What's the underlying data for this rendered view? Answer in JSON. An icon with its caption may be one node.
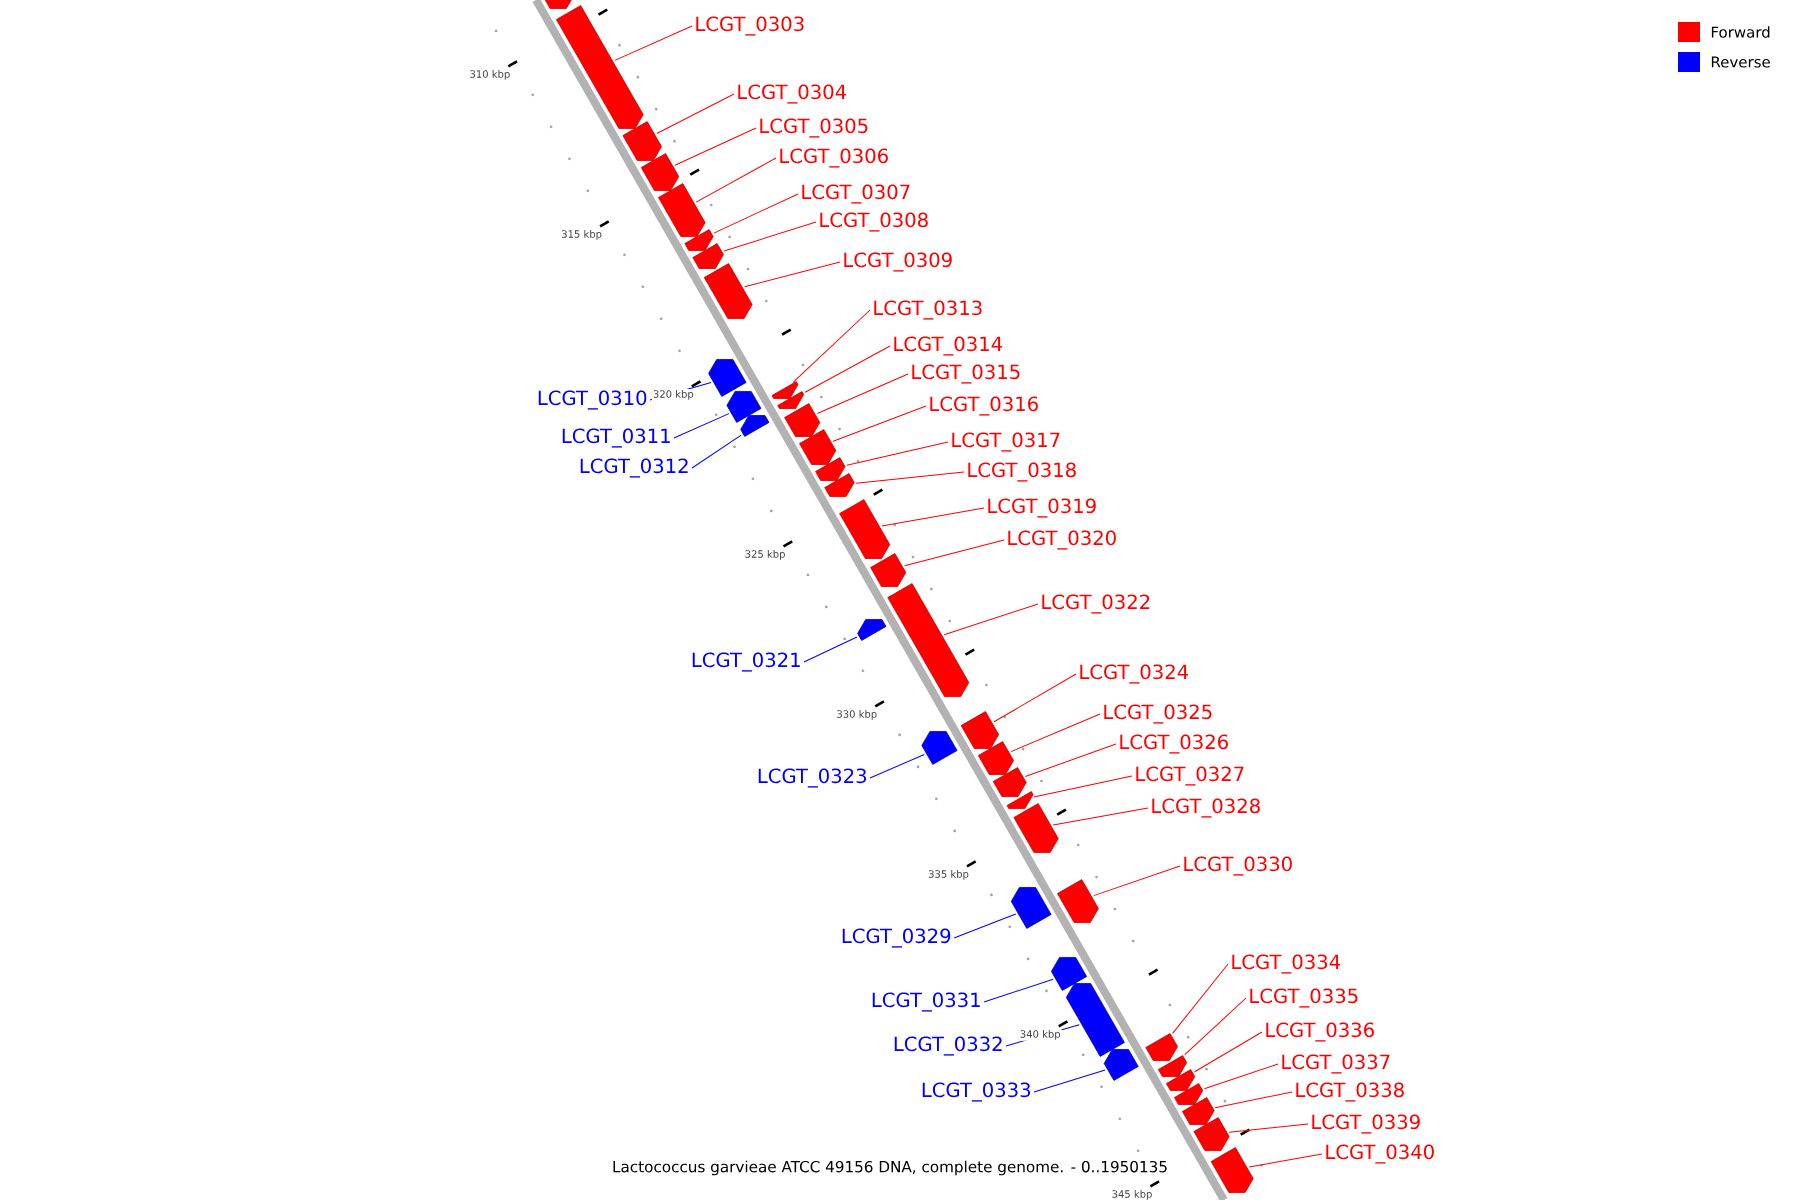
{
  "diagram": {
    "caption": "Lactococcus garvieae ATCC 49156 DNA, complete genome. - 0..1950135",
    "nodes": [
      {
        "text": [],
        "shape": "box"
      },
      {
        "text": [
          "LCGT_0303"
        ]
      },
      {
        "text": [],
        "shape": "box"
      },
      {
        "text": [
          "LCGT_0304"
        ]
      },
      {
        "text": [],
        "shape": "box"
      },
      {
        "text": [
          "LCGT_0305"
        ]
      },
      {
        "text": [],
        "shape": "box"
      },
      {
        "text": [
          "LCGT_0306"
        ]
      },
      {
        "text": [],
        "shape": "box"
      },
      {
        "text": [
          "LCGT_0307"
        ]
      },
      {
        "text": [],
        "shape": "box"
      },
      {
        "text": [
          "LCGT_0308"
        ]
      },
      {
        "text": [],
        "shape": "box"
      },
      {
        "text": [
          "LCGT_0309"
        ]
      },
      {
        "text": [],
        "shape": "box"
      },
      {
        "text": [
          "LCGT_0310"
        ]
      },
      {
        "text": [],
        "shape": "box"
      },
      {
        "text": [
          "LCGT_0311"
        ]
      },
      {
        "text": [],
        "shape": "box"
      },
      {
        "text": [
          "LCGT_0312"
        ]
      },
      {
        "text": [],
        "shape": "box"
      },
      {
        "text": [
          "LCGT_0313"
        ]
      },
      {
        "text": [],
        "shape": "box"
      },
      {
        "text": [
          "LCGT_0314"
        ]
      },
      {
        "text": [],
        "shape": "box"
      },
      {
        "text": [
          "LCGT_0315"
        ]
      },
      {
        "text": [],
        "shape": "box"
      },
      {
        "text": [
          "LCGT_0316"
        ]
      },
      {
        "text": [],
        "shape": "box"
      },
      {
        "text": [
          "LCGT_0317"
        ]
      },
      {
        "text": [],
        "shape": "box"
      },
      {
        "text": [
          "LCGT_0318"
        ]
      },
      {
        "text": [],
        "shape": "box"
      },
      {
        "text": [
          "LCGT_0319"
        ]
      },
      {
        "text": [],
        "shape": "box"
      },
      {
        "text": [
          "LCGT_0320"
        ]
      },
      {
        "text": [],
        "shape": "box"
      },
      {
        "text": [
          "LCGT_0321"
        ]
      },
      {
        "text": [],
        "shape": "box"
      },
      {
        "text": [
          "LCGT_0322"
        ]
      },
      {
        "text": [],
        "shape": "box"
      },
      {
        "text": [
          "LCGT_0323"
        ]
      },
      {
        "text": [],
        "shape": "box"
      },
      {
        "text": [
          "LCGT_0324"
        ]
      },
      {
        "text": [],
        "shape": "box"
      },
      {
        "text": [
          "LCGT_0325"
        ]
      },
      {
        "text": [],
        "shape": "box"
      },
      {
        "text": [
          "LCGT_0326"
        ]
      },
      {
        "text": [],
        "shape": "box"
      },
      {
        "text": [
          "LCGT_0327"
        ]
      },
      {
        "text": [],
        "shape": "box"
      },
      {
        "text": [
          "LCGT_0328"
        ]
      },
      {
        "text": [],
        "shape": "box"
      },
      {
        "text": [
          "LCGT_0329"
        ]
      },
      {
        "text": [],
        "shape": "box"
      },
      {
        "text": [
          "LCGT_0330"
        ]
      },
      {
        "text": [],
        "shape": "box"
      },
      {
        "text": [
          "LCGT_0331"
        ]
      },
      {
        "text": [],
        "shape": "box"
      },
      {
        "text": [
          "LCGT_0332"
        ]
      },
      {
        "text": [],
        "shape": "box"
      },
      {
        "text": [
          "LCGT_0333"
        ]
      },
      {
        "text": [],
        "shape": "box"
      },
      {
        "text": [
          "LCGT_0334"
        ]
      },
      {
        "text": [],
        "shape": "box"
      },
      {
        "text": [
          "LCGT_0335"
        ]
      },
      {
        "text": [],
        "shape": "box"
      },
      {
        "text": [
          "LCGT_0336"
        ]
      },
      {
        "text": [],
        "shape": "box"
      },
      {
        "text": [
          "LCGT_0337"
        ]
      },
      {
        "text": [],
        "shape": "box"
      },
      {
        "text": [
          "LCGT_0338"
        ]
      },
      {
        "text": [],
        "shape": "box"
      },
      {
        "text": [
          "LCGT_0339"
        ]
      },
      {
        "text": [],
        "shape": "box"
      },
      {
        "text": [
          "LCGT_0340"
        ]
      },
      {
        "text": [],
        "shape": "box"
      }
    ],
    "edges": [
      {
        "from": 1,
        "to": 2,
        "arrow": "none"
      },
      {
        "from": 3,
        "to": 4,
        "arrow": "none"
      },
      {
        "from": 5,
        "to": 6,
        "arrow": "none"
      },
      {
        "from": 7,
        "to": 8,
        "arrow": "none"
      },
      {
        "from": 9,
        "to": 10,
        "arrow": "none"
      },
      {
        "from": 11,
        "to": 12,
        "arrow": "none"
      },
      {
        "from": 13,
        "to": 14,
        "arrow": "none"
      },
      {
        "from": 15,
        "to": 16,
        "arrow": "none",
        "color": "#0000ff"
      },
      {
        "from": 17,
        "to": 18,
        "arrow": "none",
        "color": "#0000ff"
      },
      {
        "from": 19,
        "to": 20,
        "arrow": "none",
        "color": "#0000ff"
      },
      {
        "from": 21,
        "to": 22,
        "arrow": "none"
      },
      {
        "from": 23,
        "to": 24,
        "arrow": "none"
      },
      {
        "from": 25,
        "to": 26,
        "arrow": "none"
      },
      {
        "from": 27,
        "to": 28,
        "arrow": "none"
      },
      {
        "from": 29,
        "to": 30,
        "arrow": "none"
      },
      {
        "from": 31,
        "to": 32,
        "arrow": "none"
      },
      {
        "from": 33,
        "to": 34,
        "arrow": "none"
      },
      {
        "from": 35,
        "to": 36,
        "arrow": "none"
      },
      {
        "from": 37,
        "to": 38,
        "arrow": "none",
        "color": "#0000ff"
      },
      {
        "from": 39,
        "to": 40,
        "arrow": "none"
      },
      {
        "from": 41,
        "to": 42,
        "arrow": "none",
        "color": "#0000ff"
      },
      {
        "from": 43,
        "to": 44,
        "arrow": "none"
      },
      {
        "from": 45,
        "to": 46,
        "arrow": "none"
      },
      {
        "from": 47,
        "to": 48,
        "arrow": "none"
      },
      {
        "from": 49,
        "to": 50,
        "arrow": "none"
      },
      {
        "from": 51,
        "to": 52,
        "arrow": "none"
      },
      {
        "from": 53,
        "to": 54,
        "arrow": "none",
        "color": "#0000ff"
      },
      {
        "from": 55,
        "to": 56,
        "arrow": "none"
      },
      {
        "from": 57,
        "to": 58,
        "arrow": "none",
        "color": "#0000ff"
      },
      {
        "from": 59,
        "to": 60,
        "arrow": "none",
        "color": "#0000ff"
      },
      {
        "from": 61,
        "to": 62,
        "arrow": "none",
        "color": "#0000ff"
      },
      {
        "from": 63,
        "to": 64,
        "arrow": "none"
      },
      {
        "from": 65,
        "to": 66,
        "arrow": "none"
      },
      {
        "from": 67,
        "to": 68,
        "arrow": "none"
      },
      {
        "from": 69,
        "to": 70,
        "arrow": "none"
      },
      {
        "from": 71,
        "to": 72,
        "arrow": "none"
      },
      {
        "from": 73,
        "to": 74,
        "arrow": "none"
      },
      {
        "from": 75,
        "to": 76,
        "arrow": "none"
      }
    ],
    "labels": [
      "310 kbp",
      "315 kbp",
      "320 kbp",
      "325 kbp",
      "330 kbp",
      "335 kbp",
      "340 kbp",
      "345 kbp"
    ],
    "legend": [
      {
        "text": "Forward",
        "color": "#ff0000"
      },
      {
        "text": "Reverse",
        "color": "#0000ff"
      }
    ]
  }
}
